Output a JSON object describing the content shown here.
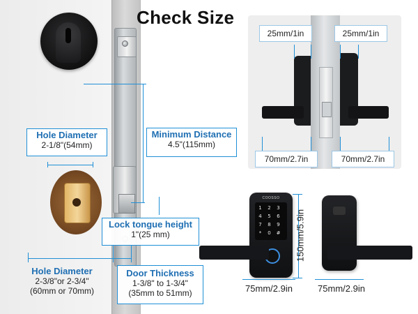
{
  "title": "Check Size",
  "left": {
    "min_distance": {
      "title": "Minimum Distance",
      "value": "4.5\"(115mm)"
    },
    "hole_diameter_top": {
      "title": "Hole Diameter",
      "value": "2-1/8\"(54mm)"
    },
    "lock_tongue": {
      "title": "Lock tongue height",
      "value": "1\"(25 mm)"
    },
    "hole_diameter_bottom": {
      "title": "Hole Diameter",
      "value1": "2-3/8\"or 2-3/4\"",
      "value2": "(60mm or 70mm)"
    },
    "door_thickness": {
      "title": "Door Thickness",
      "value1": "1-3/8\" to 1-3/4\"",
      "value2": "(35mm to 51mm)"
    }
  },
  "panel": {
    "top_left": "25mm/1in",
    "top_right": "25mm/1in",
    "bottom_left": "70mm/2.7in",
    "bottom_right": "70mm/2.7in"
  },
  "product": {
    "brand": "COOSSO",
    "height": "150mm/5.9in",
    "width_front": "75mm/2.9in",
    "width_back": "75mm/2.9in",
    "keypad_keys": [
      "1",
      "2",
      "3",
      "4",
      "5",
      "6",
      "7",
      "8",
      "9",
      "*",
      "0",
      "#"
    ]
  },
  "colors": {
    "accent": "#1f8fd6",
    "label_title": "#1f6fb3",
    "lock_black": "#141416"
  }
}
